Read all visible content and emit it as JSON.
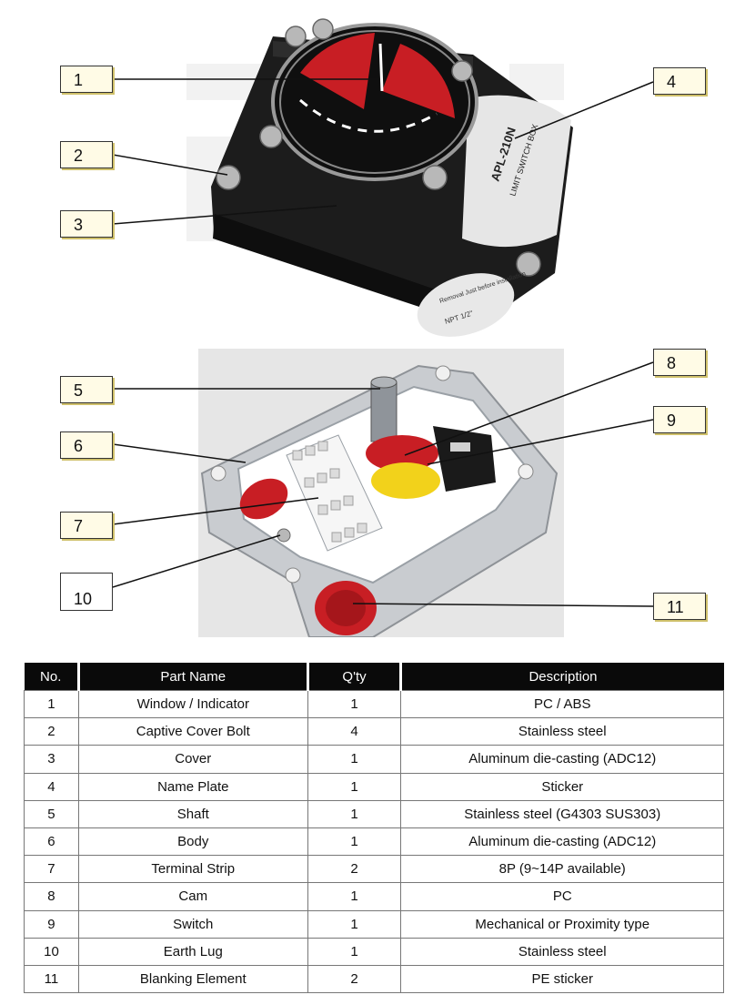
{
  "callouts": [
    "1",
    "2",
    "3",
    "4",
    "5",
    "6",
    "7",
    "8",
    "9",
    "10",
    "11"
  ],
  "product_label": {
    "model": "APL-210N",
    "line": "LIMIT SWITCH BOX",
    "sticker": "Removal Just before installation",
    "size": "NPT 1/2\""
  },
  "table": {
    "headers": [
      "No.",
      "Part Name",
      "Q'ty",
      "Description"
    ],
    "rows": [
      [
        "1",
        "Window / Indicator",
        "1",
        "PC / ABS"
      ],
      [
        "2",
        "Captive Cover Bolt",
        "4",
        "Stainless steel"
      ],
      [
        "3",
        "Cover",
        "1",
        "Aluminum die-casting (ADC12)"
      ],
      [
        "4",
        "Name Plate",
        "1",
        "Sticker"
      ],
      [
        "5",
        "Shaft",
        "1",
        "Stainless steel (G4303 SUS303)"
      ],
      [
        "6",
        "Body",
        "1",
        "Aluminum die-casting (ADC12)"
      ],
      [
        "7",
        "Terminal Strip",
        "2",
        "8P (9~14P available)"
      ],
      [
        "8",
        "Cam",
        "1",
        "PC"
      ],
      [
        "9",
        "Switch",
        "1",
        "Mechanical or Proximity type"
      ],
      [
        "10",
        "Earth Lug",
        "1",
        "Stainless steel"
      ],
      [
        "11",
        "Blanking Element",
        "2",
        "PE sticker"
      ]
    ]
  },
  "colors": {
    "header_bg": "#0a0a0a",
    "callout_bg": "#fffbe6",
    "cover_black": "#1c1c1c",
    "body_aluminum": "#c9ccd0",
    "red_accent": "#c81e24"
  }
}
